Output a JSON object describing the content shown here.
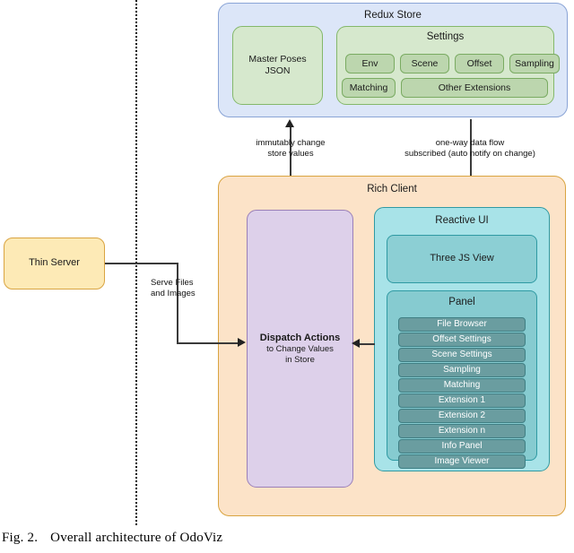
{
  "figure": {
    "number": "Fig. 2.",
    "caption": "Overall architecture of OdoViz"
  },
  "colors": {
    "redux_store_fill": "#dce6f8",
    "redux_store_stroke": "#8aa4d6",
    "green_outer_fill": "#d6e8cd",
    "green_outer_stroke": "#84b86a",
    "green_inner_fill": "#bcd6ae",
    "green_inner_stroke": "#7aab62",
    "rich_client_fill": "#fce3c8",
    "rich_client_stroke": "#d9a441",
    "dispatch_fill": "#ddd0ea",
    "dispatch_stroke": "#9a7fb8",
    "reactive_ui_fill": "#a8e3e8",
    "reactive_ui_stroke": "#2f9aa3",
    "threejs_fill": "#8ccfd4",
    "panel_fill": "#86cbd0",
    "panel_item_fill": "#6a9da0",
    "panel_item_text": "#ffffff",
    "thin_server_fill": "#fdeab6",
    "thin_server_stroke": "#d9a441",
    "connector": "#3a3a3a"
  },
  "redux_store": {
    "title": "Redux Store",
    "master_poses": {
      "line1": "Master Poses",
      "line2": "JSON"
    },
    "settings": {
      "title": "Settings",
      "row1": [
        "Env",
        "Scene",
        "Offset",
        "Sampling"
      ],
      "row2": [
        "Matching",
        "Other Extensions"
      ]
    }
  },
  "rich_client": {
    "title": "Rich Client",
    "dispatch": {
      "line1": "Dispatch Actions",
      "line2": "to Change Values",
      "line3": "in Store"
    },
    "reactive_ui": {
      "title": "Reactive UI",
      "threejs_view": "Three JS View",
      "panel": {
        "title": "Panel",
        "items": [
          "File Browser",
          "Offset Settings",
          "Scene Settings",
          "Sampling",
          "Matching",
          "Extension 1",
          "Extension 2",
          "Extension n",
          "Info Panel",
          "Image Viewer"
        ]
      }
    }
  },
  "thin_server": {
    "title": "Thin Server"
  },
  "connectors": {
    "immutably_change": {
      "line1": "immutably change",
      "line2": "store values"
    },
    "one_way_flow": {
      "line1": "one-way data flow",
      "line2": "subscribed (auto notify on change)"
    },
    "serve_files": {
      "line1": "Serve Files",
      "line2": "and Images"
    }
  }
}
